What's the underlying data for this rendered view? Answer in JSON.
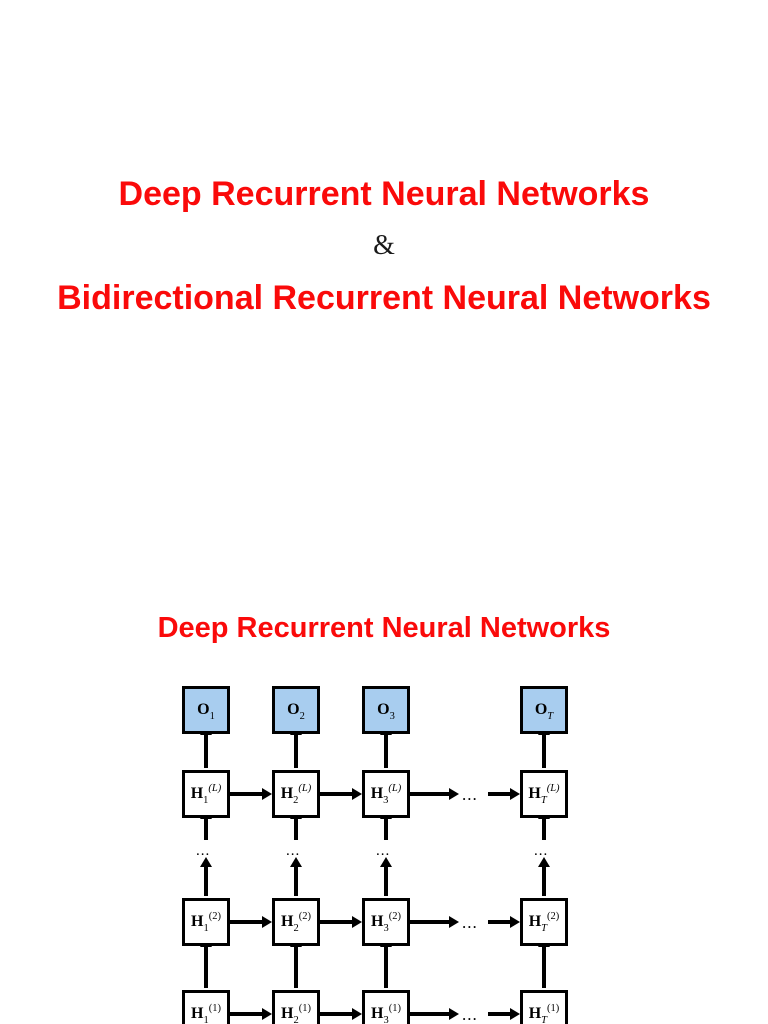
{
  "slide": {
    "title_lines": [
      "Deep Recurrent Neural Networks",
      "&",
      "Bidirectional Recurrent Neural Networks"
    ],
    "section_heading": "Deep Recurrent Neural Networks",
    "colors": {
      "title_red": "#fa0a0a",
      "amp_black": "#1a1a1a",
      "output_node_fill": "#a8cdef",
      "hidden_node_fill": "#ffffff",
      "stroke": "#000000",
      "background": "#ffffff"
    }
  },
  "diagram": {
    "name": "deep-rnn-unrolled-diagram",
    "time_steps": [
      "1",
      "2",
      "3",
      "T"
    ],
    "horizontal_ellipsis": "...",
    "vertical_ellipsis": "...",
    "output_row": {
      "symbol": "O",
      "nodes": [
        {
          "base": "O",
          "sub": "1",
          "sub_italic": false
        },
        {
          "base": "O",
          "sub": "2",
          "sub_italic": false
        },
        {
          "base": "O",
          "sub": "3",
          "sub_italic": false
        },
        {
          "base": "O",
          "sub": "T",
          "sub_italic": true
        }
      ]
    },
    "hidden_rows": [
      {
        "layer_label": "(L)",
        "layer_italic": true,
        "nodes": [
          {
            "base": "H",
            "sub": "1",
            "sub_italic": false,
            "sup": "(L)"
          },
          {
            "base": "H",
            "sub": "2",
            "sub_italic": false,
            "sup": "(L)"
          },
          {
            "base": "H",
            "sub": "3",
            "sub_italic": false,
            "sup": "(L)"
          },
          {
            "base": "H",
            "sub": "T",
            "sub_italic": true,
            "sup": "(L)"
          }
        ]
      },
      {
        "layer_label": "(2)",
        "layer_italic": false,
        "nodes": [
          {
            "base": "H",
            "sub": "1",
            "sub_italic": false,
            "sup": "(2)"
          },
          {
            "base": "H",
            "sub": "2",
            "sub_italic": false,
            "sup": "(2)"
          },
          {
            "base": "H",
            "sub": "3",
            "sub_italic": false,
            "sup": "(2)"
          },
          {
            "base": "H",
            "sub": "T",
            "sub_italic": true,
            "sup": "(2)"
          }
        ]
      },
      {
        "layer_label": "(1)",
        "layer_italic": false,
        "nodes": [
          {
            "base": "H",
            "sub": "1",
            "sub_italic": false,
            "sup": "(1)"
          },
          {
            "base": "H",
            "sub": "2",
            "sub_italic": false,
            "sup": "(1)"
          },
          {
            "base": "H",
            "sub": "3",
            "sub_italic": false,
            "sup": "(1)"
          },
          {
            "base": "H",
            "sub": "T",
            "sub_italic": true,
            "sup": "(1)"
          }
        ]
      }
    ]
  }
}
